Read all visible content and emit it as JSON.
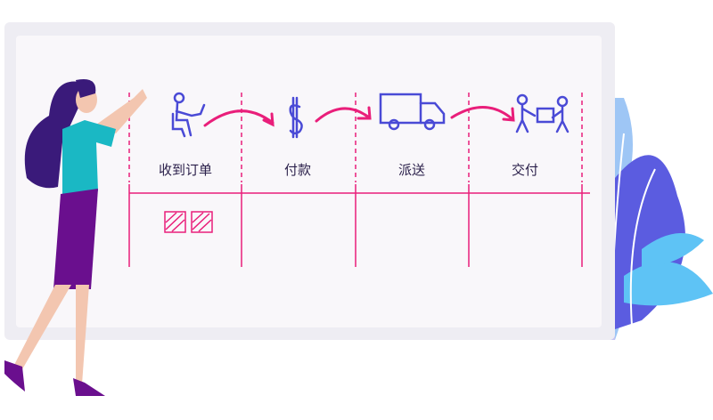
{
  "stages": [
    {
      "label": "收到订单",
      "icon": "person-at-laptop-icon"
    },
    {
      "label": "付款",
      "icon": "dollar-icon"
    },
    {
      "label": "派送",
      "icon": "truck-icon"
    },
    {
      "label": "交付",
      "icon": "delivery-handover-icon"
    }
  ],
  "colors": {
    "accent": "#e91e7a",
    "icon": "#4a4ad6",
    "board": "#f9f7fa",
    "frame": "#eeedf3"
  }
}
